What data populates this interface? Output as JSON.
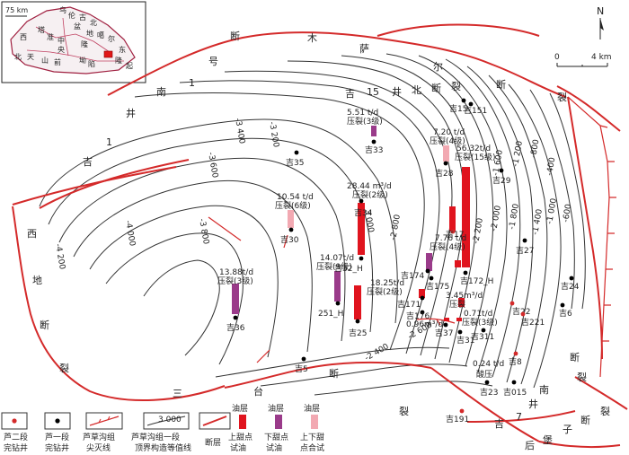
{
  "inset": {
    "scale": "75 km",
    "places": [
      "乌",
      "伦",
      "古",
      "北",
      "塔",
      "盆",
      "地",
      "准",
      "噶",
      "尔",
      "西",
      "北",
      "缘",
      "中",
      "央",
      "隆",
      "起",
      "东",
      "部",
      "隆",
      "起",
      "北",
      "天",
      "山",
      "前",
      "坳",
      "陷",
      "南",
      "缘"
    ]
  },
  "north_arrow": "N",
  "scale_bar": {
    "start": "0",
    "end": "4 km"
  },
  "fault_names": {
    "mushaer": [
      "木",
      "萨",
      "尔",
      "断",
      "裂"
    ],
    "ji15_north": [
      "吉",
      "15",
      "井",
      "北",
      "断",
      "裂"
    ],
    "no1_south": [
      "断",
      "号",
      "1",
      "南",
      "井",
      "1",
      "吉"
    ],
    "west_fault": [
      "西",
      "地",
      "断",
      "裂"
    ],
    "santai": [
      "三",
      "台",
      "断",
      "裂"
    ],
    "ji7_south": [
      "南",
      "井",
      "7",
      "吉"
    ],
    "east_fault": [
      "断",
      "裂"
    ],
    "houpuzi": [
      "后",
      "堡",
      "子",
      "断",
      "裂"
    ]
  },
  "contours": [
    "-4 200",
    "-4 000",
    "-3 800",
    "-3 600",
    "-3 400",
    "-3 200",
    "-3 000",
    "-2 800",
    "-2 600",
    "-2 400",
    "-2 200",
    "-2 000",
    "-1 800",
    "-1 600",
    "-1 400",
    "-1 200",
    "-1 000",
    "-800",
    "-600",
    "-400"
  ],
  "wells": [
    {
      "name": "吉15",
      "type": "black"
    },
    {
      "name": "吉151",
      "type": "black"
    },
    {
      "name": "吉33",
      "type": "black"
    },
    {
      "name": "吉35",
      "type": "black"
    },
    {
      "name": "吉28",
      "type": "black"
    },
    {
      "name": "吉29",
      "type": "black"
    },
    {
      "name": "吉34",
      "type": "black"
    },
    {
      "name": "吉30",
      "type": "black"
    },
    {
      "name": "吉17",
      "type": "red"
    },
    {
      "name": "吉27",
      "type": "black"
    },
    {
      "name": "吉174",
      "type": "black"
    },
    {
      "name": "吉172_H",
      "type": "black"
    },
    {
      "name": "吉32_H",
      "type": "black"
    },
    {
      "name": "吉175",
      "type": "black"
    },
    {
      "name": "吉24",
      "type": "black"
    },
    {
      "name": "吉171",
      "type": "black"
    },
    {
      "name": "吉22",
      "type": "red"
    },
    {
      "name": "吉176",
      "type": "black"
    },
    {
      "name": "吉221",
      "type": "red"
    },
    {
      "name": "吉6",
      "type": "black"
    },
    {
      "name": "吉36",
      "type": "black"
    },
    {
      "name": "251_H",
      "type": "black"
    },
    {
      "name": "吉25",
      "type": "black"
    },
    {
      "name": "吉37",
      "type": "black"
    },
    {
      "name": "吉311",
      "type": "black"
    },
    {
      "name": "吉31",
      "type": "black"
    },
    {
      "name": "吉8",
      "type": "red"
    },
    {
      "name": "吉5",
      "type": "black"
    },
    {
      "name": "吉23",
      "type": "black"
    },
    {
      "name": "吉015",
      "type": "black"
    },
    {
      "name": "吉191",
      "type": "red"
    }
  ],
  "tests": [
    {
      "text": [
        "5.51 t/d",
        "压裂(3级)"
      ]
    },
    {
      "text": [
        "7.20 t/d",
        "压裂(4级)"
      ]
    },
    {
      "text": [
        "56.32t/d",
        "压裂(15级)"
      ]
    },
    {
      "text": [
        "10.54 t/d",
        "压裂(6级)"
      ]
    },
    {
      "text": [
        "28.44 m³/d",
        "压裂(2级)"
      ]
    },
    {
      "text": [
        "7.76 t/d",
        "压裂(4级)"
      ]
    },
    {
      "text": [
        "14.07t/d",
        "压裂(9级)"
      ]
    },
    {
      "text": [
        "18.25t/d",
        "压裂(2级)"
      ]
    },
    {
      "text": [
        "13.88t/d",
        "压裂(3级)"
      ]
    },
    {
      "text": [
        "3.45m³/d",
        "压裂"
      ]
    },
    {
      "text": [
        "0.71t/d",
        "压裂(3级)"
      ]
    },
    {
      "text": [
        "0.96m³/d"
      ]
    },
    {
      "text": [
        "0.24 t/d",
        "酸压"
      ]
    }
  ],
  "bar_label": "3 000",
  "legend": {
    "items": [
      {
        "label": [
          "芦二段",
          "完钻井"
        ]
      },
      {
        "label": [
          "芦一段",
          "完钻井"
        ]
      },
      {
        "label": [
          "芦草沟组",
          "尖灭线"
        ]
      },
      {
        "label": [
          "芦草沟组一段",
          "顶界构造等值线"
        ],
        "sample": "3 000"
      },
      {
        "label": [
          "断层"
        ]
      },
      {
        "label": [
          "上甜点",
          "试油"
        ],
        "top": "油层"
      },
      {
        "label": [
          "下甜点",
          "试油"
        ],
        "top": "油层"
      },
      {
        "label": [
          "上下甜",
          "点合试"
        ],
        "top": "油层"
      }
    ]
  },
  "colors": {
    "fault": "#d42a2a",
    "upper_oil": "#e0141e",
    "lower_oil": "#9a3b8a",
    "combined_oil": "#f2a9b2",
    "contour": "#333333"
  }
}
